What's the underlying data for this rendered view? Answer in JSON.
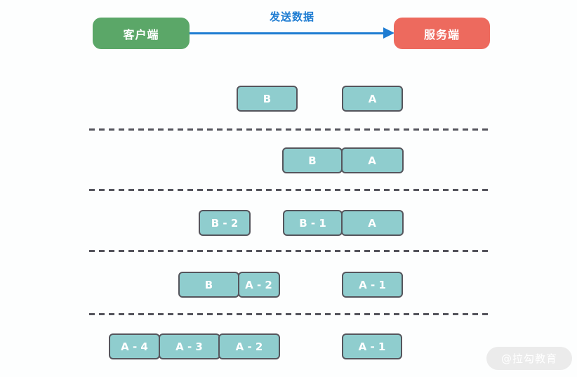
{
  "header": {
    "client_label": "客户端",
    "server_label": "服务端",
    "arrow_label": "发送数据"
  },
  "colors": {
    "client_green": "#5BA768",
    "server_red": "#ED6A5E",
    "arrow_blue": "#1E7CD2",
    "packet_teal": "#8FCDCE",
    "packet_border": "#55555C",
    "divider_gray": "#54545C"
  },
  "diagram": {
    "rows": [
      {
        "boxes": [
          {
            "label": "B"
          },
          {
            "label": "A"
          }
        ]
      },
      {
        "boxes": [
          {
            "label": "B"
          },
          {
            "label": "A"
          }
        ]
      },
      {
        "boxes": [
          {
            "label": "B - 2"
          },
          {
            "label": "B - 1"
          },
          {
            "label": "A"
          }
        ]
      },
      {
        "boxes": [
          {
            "label": "B"
          },
          {
            "label": "A - 2"
          },
          {
            "label": "A - 1"
          }
        ]
      },
      {
        "boxes": [
          {
            "label": "A - 4"
          },
          {
            "label": "A - 3"
          },
          {
            "label": "A - 2"
          },
          {
            "label": "A - 1"
          }
        ]
      }
    ]
  },
  "watermark": {
    "text": "@拉勾教育"
  }
}
